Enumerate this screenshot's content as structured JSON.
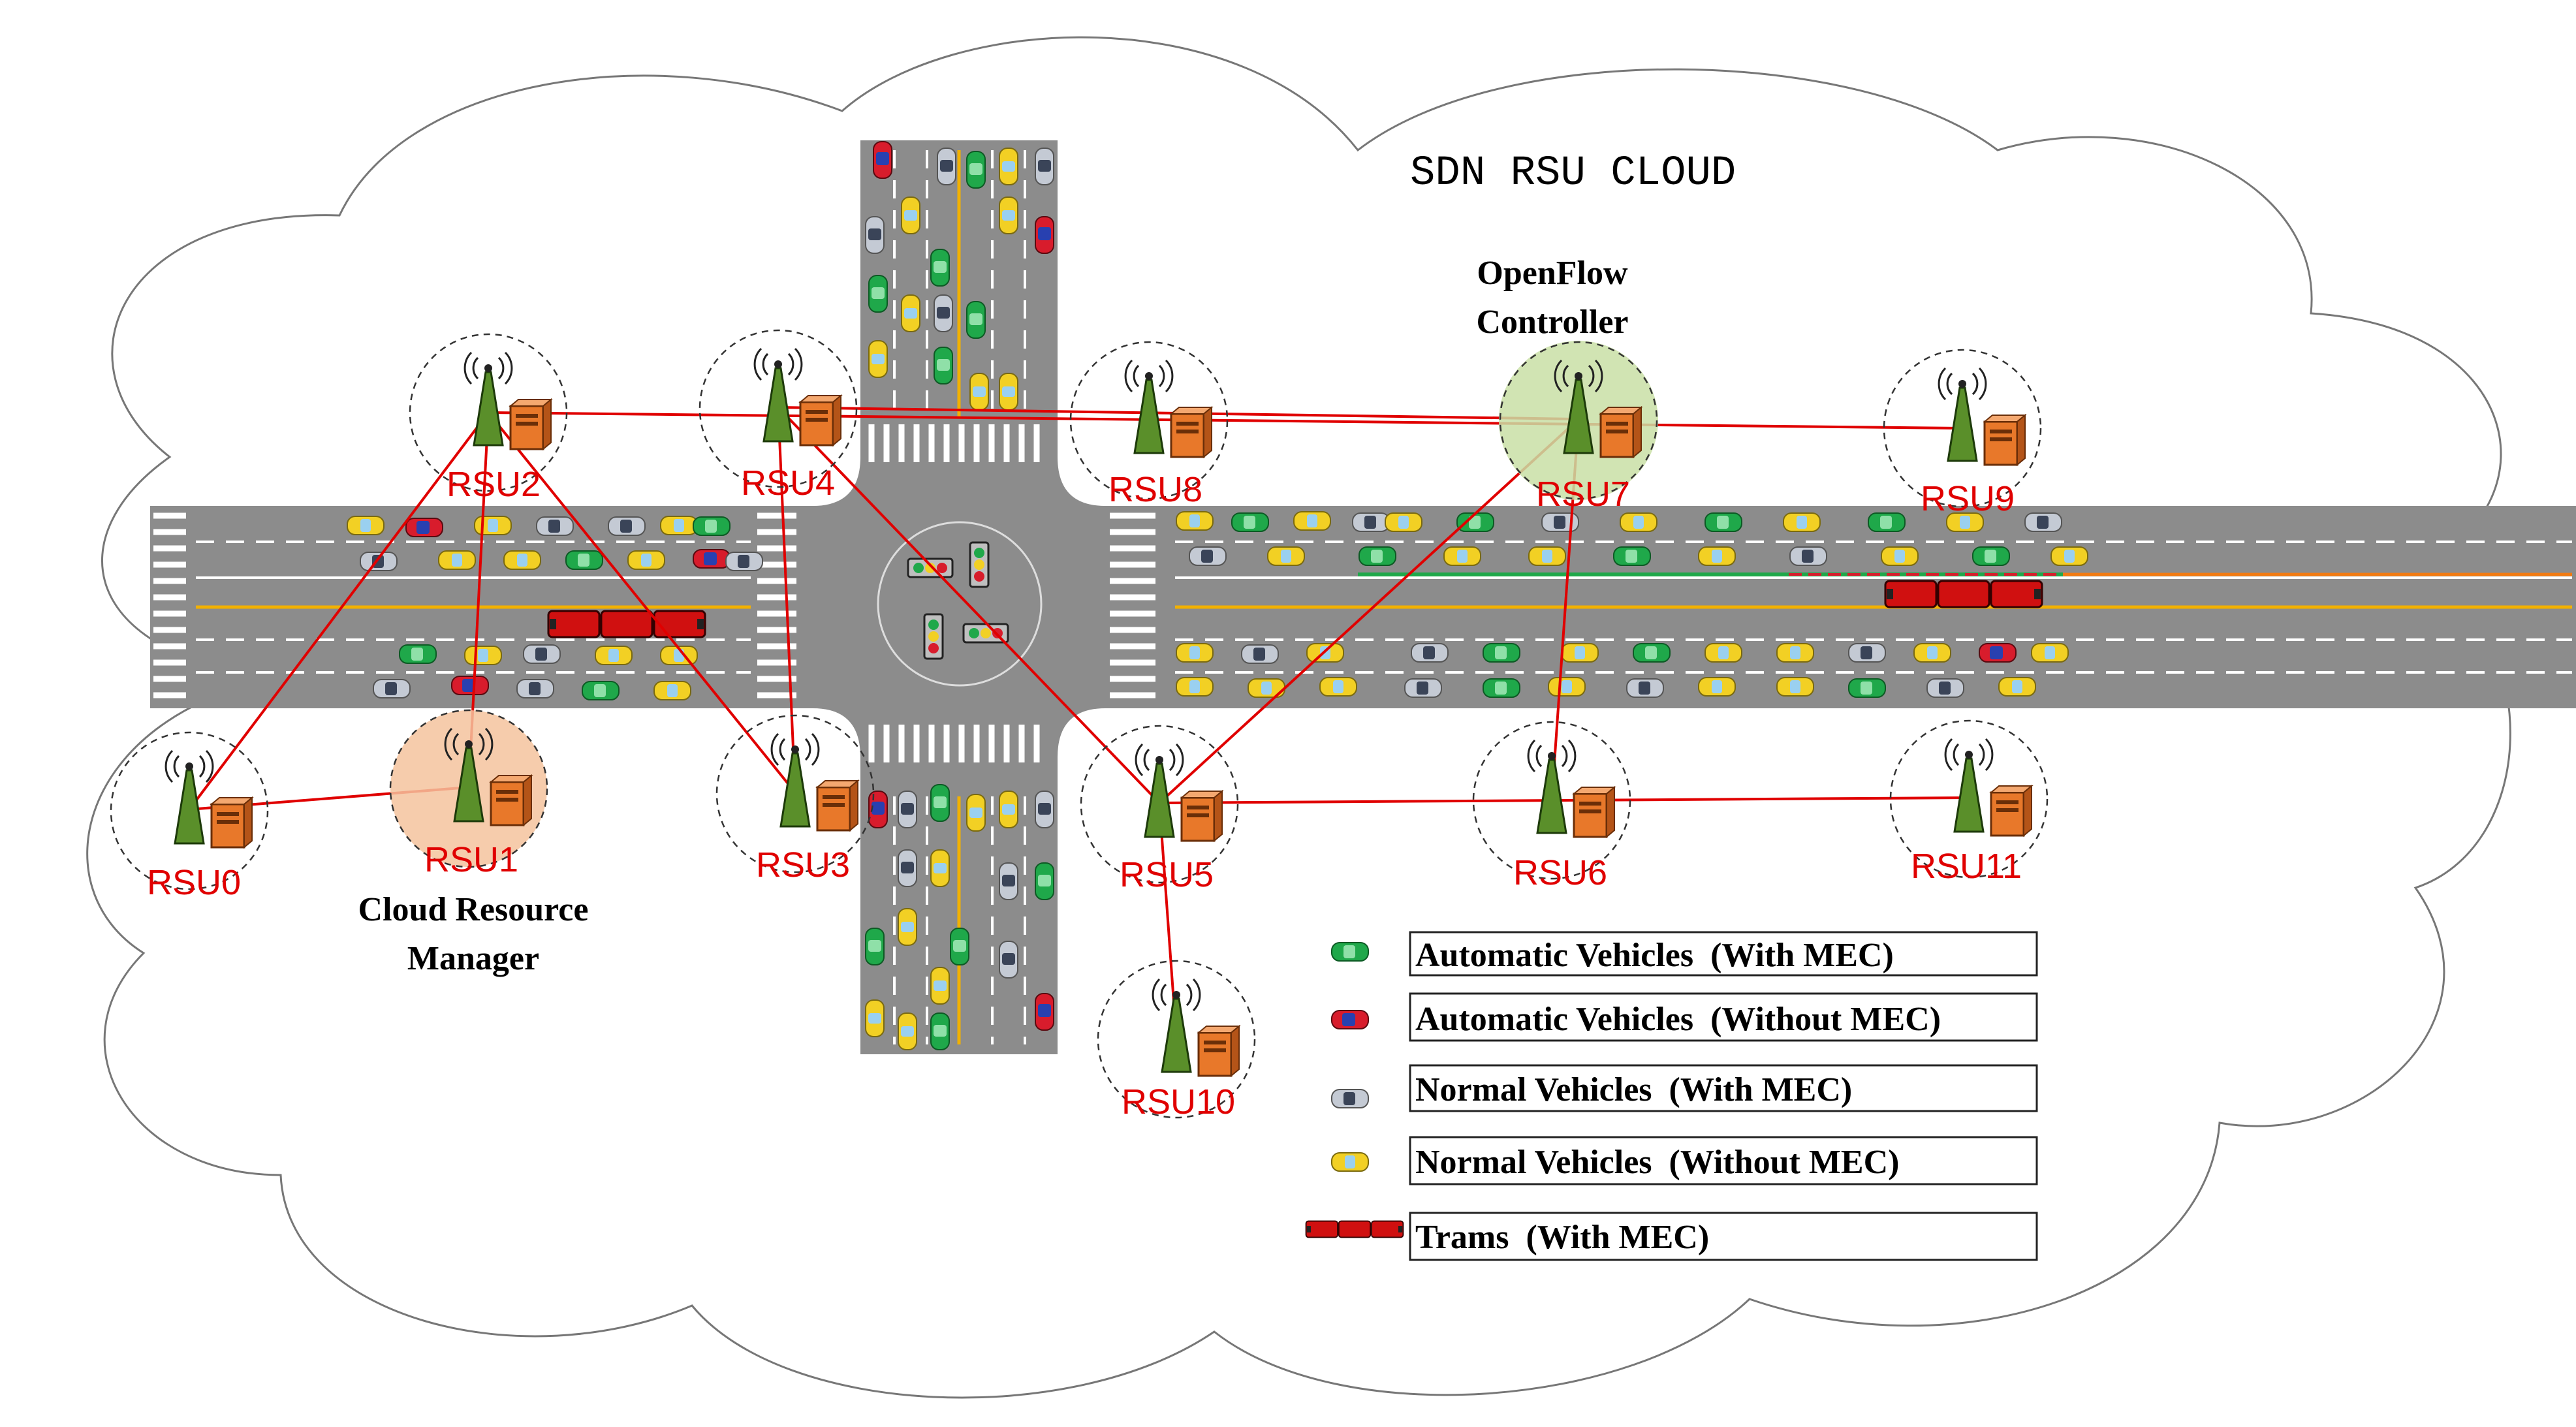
{
  "cloud_title": "SDN RSU CLOUD",
  "controller": {
    "line1": "OpenFlow",
    "line2": "Controller"
  },
  "manager": {
    "line1": "Cloud Resource",
    "line2": "Manager"
  },
  "rsus": [
    {
      "id": "rsu0",
      "label": "RSU0"
    },
    {
      "id": "rsu1",
      "label": "RSU1"
    },
    {
      "id": "rsu2",
      "label": "RSU2"
    },
    {
      "id": "rsu3",
      "label": "RSU3"
    },
    {
      "id": "rsu4",
      "label": "RSU4"
    },
    {
      "id": "rsu5",
      "label": "RSU5"
    },
    {
      "id": "rsu6",
      "label": "RSU6"
    },
    {
      "id": "rsu7",
      "label": "RSU7"
    },
    {
      "id": "rsu8",
      "label": "RSU8"
    },
    {
      "id": "rsu9",
      "label": "RSU9"
    },
    {
      "id": "rsu10",
      "label": "RSU10"
    },
    {
      "id": "rsu11",
      "label": "RSU11"
    }
  ],
  "links": [
    [
      "rsu0",
      "rsu1"
    ],
    [
      "rsu0",
      "rsu2"
    ],
    [
      "rsu1",
      "rsu2"
    ],
    [
      "rsu2",
      "rsu9"
    ],
    [
      "rsu2",
      "rsu3"
    ],
    [
      "rsu4",
      "rsu3"
    ],
    [
      "rsu4",
      "rsu5"
    ],
    [
      "rsu5",
      "rsu7"
    ],
    [
      "rsu5",
      "rsu10"
    ],
    [
      "rsu5",
      "rsu11"
    ],
    [
      "rsu7",
      "rsu6"
    ],
    [
      "rsu7",
      "rsu4"
    ]
  ],
  "legend": [
    {
      "icon": "automatic-vehicle-mec-icon",
      "label": "Automatic Vehicles  (With MEC)"
    },
    {
      "icon": "automatic-vehicle-no-mec-icon",
      "label": "Automatic Vehicles  (Without MEC)"
    },
    {
      "icon": "normal-vehicle-mec-icon",
      "label": "Normal Vehicles  (With MEC)"
    },
    {
      "icon": "normal-vehicle-no-mec-icon",
      "label": "Normal Vehicles  (Without MEC)"
    },
    {
      "icon": "tram-mec-icon",
      "label": "Trams  (With MEC)"
    }
  ],
  "colors": {
    "link": "#e00000",
    "road": "#8c8c8c",
    "automatic_mec": "#1fa84a",
    "automatic_no_mec": "#d81c2c",
    "normal_mec": "#b8c0cc",
    "normal_no_mec": "#f2d024",
    "tram": "#d01010",
    "manager_halo": "#f4c39e",
    "controller_halo": "#c9dfa6"
  }
}
